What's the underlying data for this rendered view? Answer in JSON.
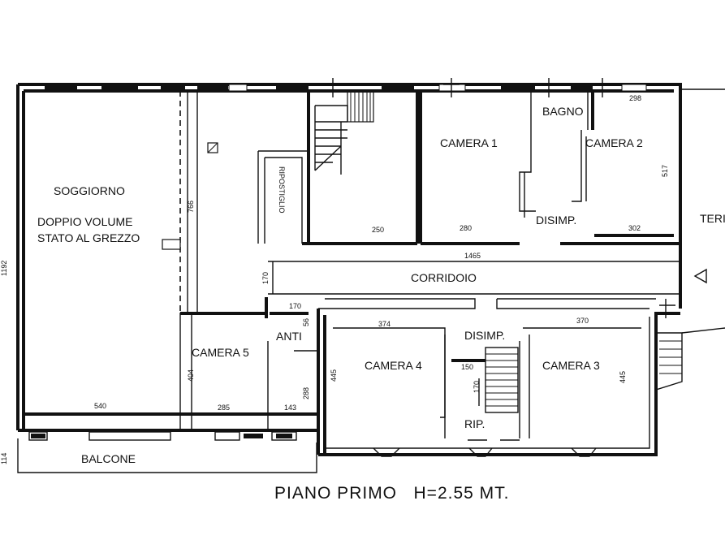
{
  "plan": {
    "title": "PIANO PRIMO   H=2.55 MT.",
    "rooms": {
      "soggiorno": "SOGGIORNO",
      "doppio_volume": "DOPPIO VOLUME",
      "stato_grezzo": "STATO AL GREZZO",
      "ripostiglio": "RIPOSTIGLIO",
      "bagno": "BAGNO",
      "camera1": "CAMERA 1",
      "camera2": "CAMERA 2",
      "disimpegno_top": "DISIMP.",
      "corridoio": "CORRIDOIO",
      "anti": "ANTI",
      "camera5": "CAMERA 5",
      "disimpegno_bottom": "DISIMP.",
      "camera4": "CAMERA 4",
      "camera3": "CAMERA 3",
      "rip": "RIP.",
      "balcone": "BALCONE",
      "terrazzo": "TERI"
    },
    "dimensions": {
      "stair_250": "250",
      "cam1_280": "280",
      "cam2_298": "298",
      "cam2_517": "517",
      "cam2_302": "302",
      "corr_1465": "1465",
      "corr_170": "170",
      "height_766": "766",
      "anti_170": "170",
      "anti_56": "56",
      "cam4_374": "374",
      "cam3_370": "370",
      "cam4_445": "445",
      "cam3_445": "445",
      "stair_150": "150",
      "stair_170": "170",
      "sogg_540": "540",
      "cam5_404": "404",
      "cam5_285": "285",
      "anti_143": "143",
      "anti_288": "288",
      "left_1192": "1192",
      "balc_114": "114"
    }
  }
}
